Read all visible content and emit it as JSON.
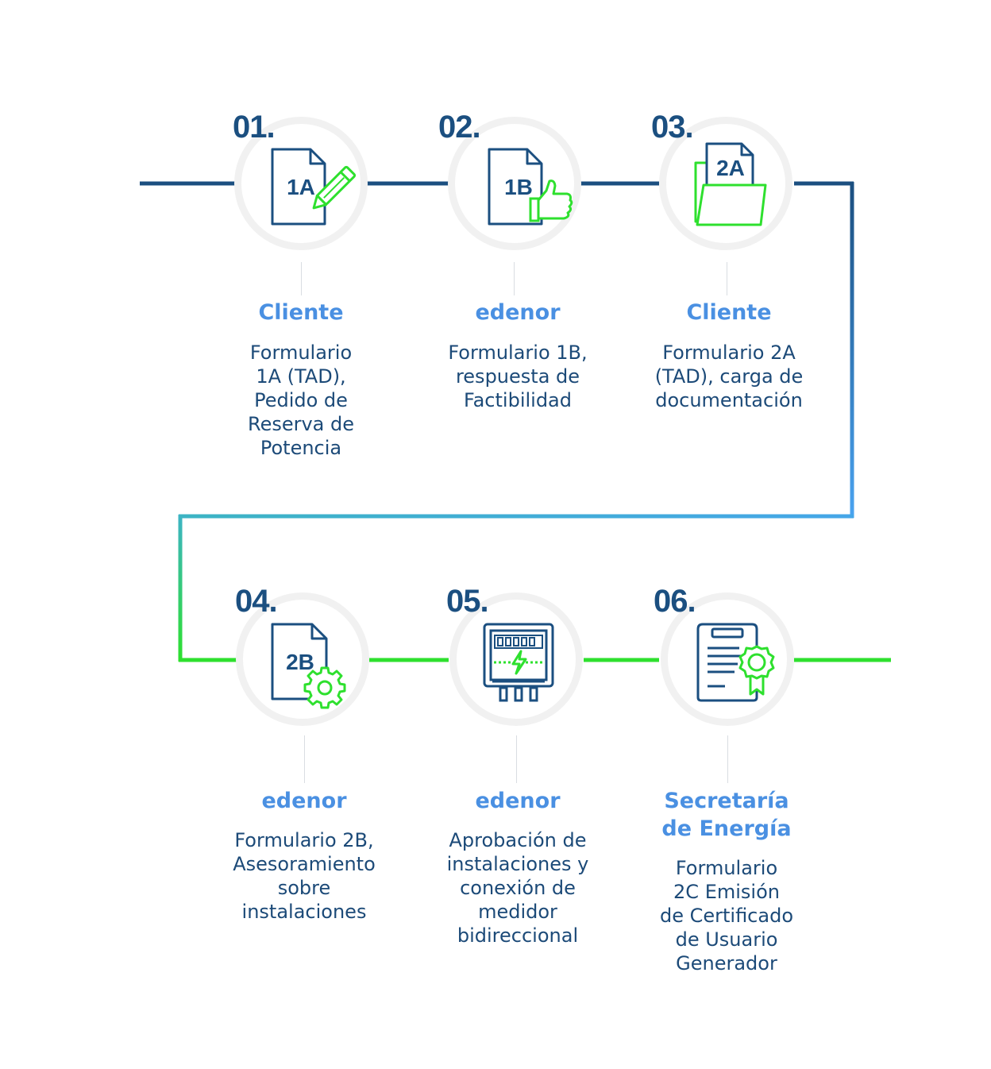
{
  "steps": [
    {
      "number": "01.",
      "badge": "1A",
      "actor": "Cliente",
      "description": "Formulario\n1A (TAD),\nPedido de\nReserva de\nPotencia"
    },
    {
      "number": "02.",
      "badge": "1B",
      "actor": "edenor",
      "description": "Formulario 1B,\nrespuesta de\nFactibilidad"
    },
    {
      "number": "03.",
      "badge": "2A",
      "actor": "Cliente",
      "description": "Formulario 2A\n(TAD), carga de\ndocumentación"
    },
    {
      "number": "04.",
      "badge": "2B",
      "actor": "edenor",
      "description": "Formulario 2B,\nAsesoramiento\nsobre\ninstalaciones"
    },
    {
      "number": "05.",
      "actor": "edenor",
      "description": "Aprobación de\ninstalaciones y\nconexión de\nmedidor\nbidireccional"
    },
    {
      "number": "06.",
      "actor": "Secretaría\nde Energía",
      "description": "Formulario\n2C Emisión\nde  Certificado\nde Usuario\nGenerador"
    }
  ],
  "icons": [
    "document-pencil-icon",
    "document-thumbs-up-icon",
    "folder-document-icon",
    "document-gear-icon",
    "bidirectional-meter-icon",
    "certificate-icon"
  ],
  "colors": {
    "navy": "#1b4f80",
    "accent_blue": "#4a90e2",
    "green": "#2ee02e",
    "circle_ring": "#f1f1f1"
  }
}
